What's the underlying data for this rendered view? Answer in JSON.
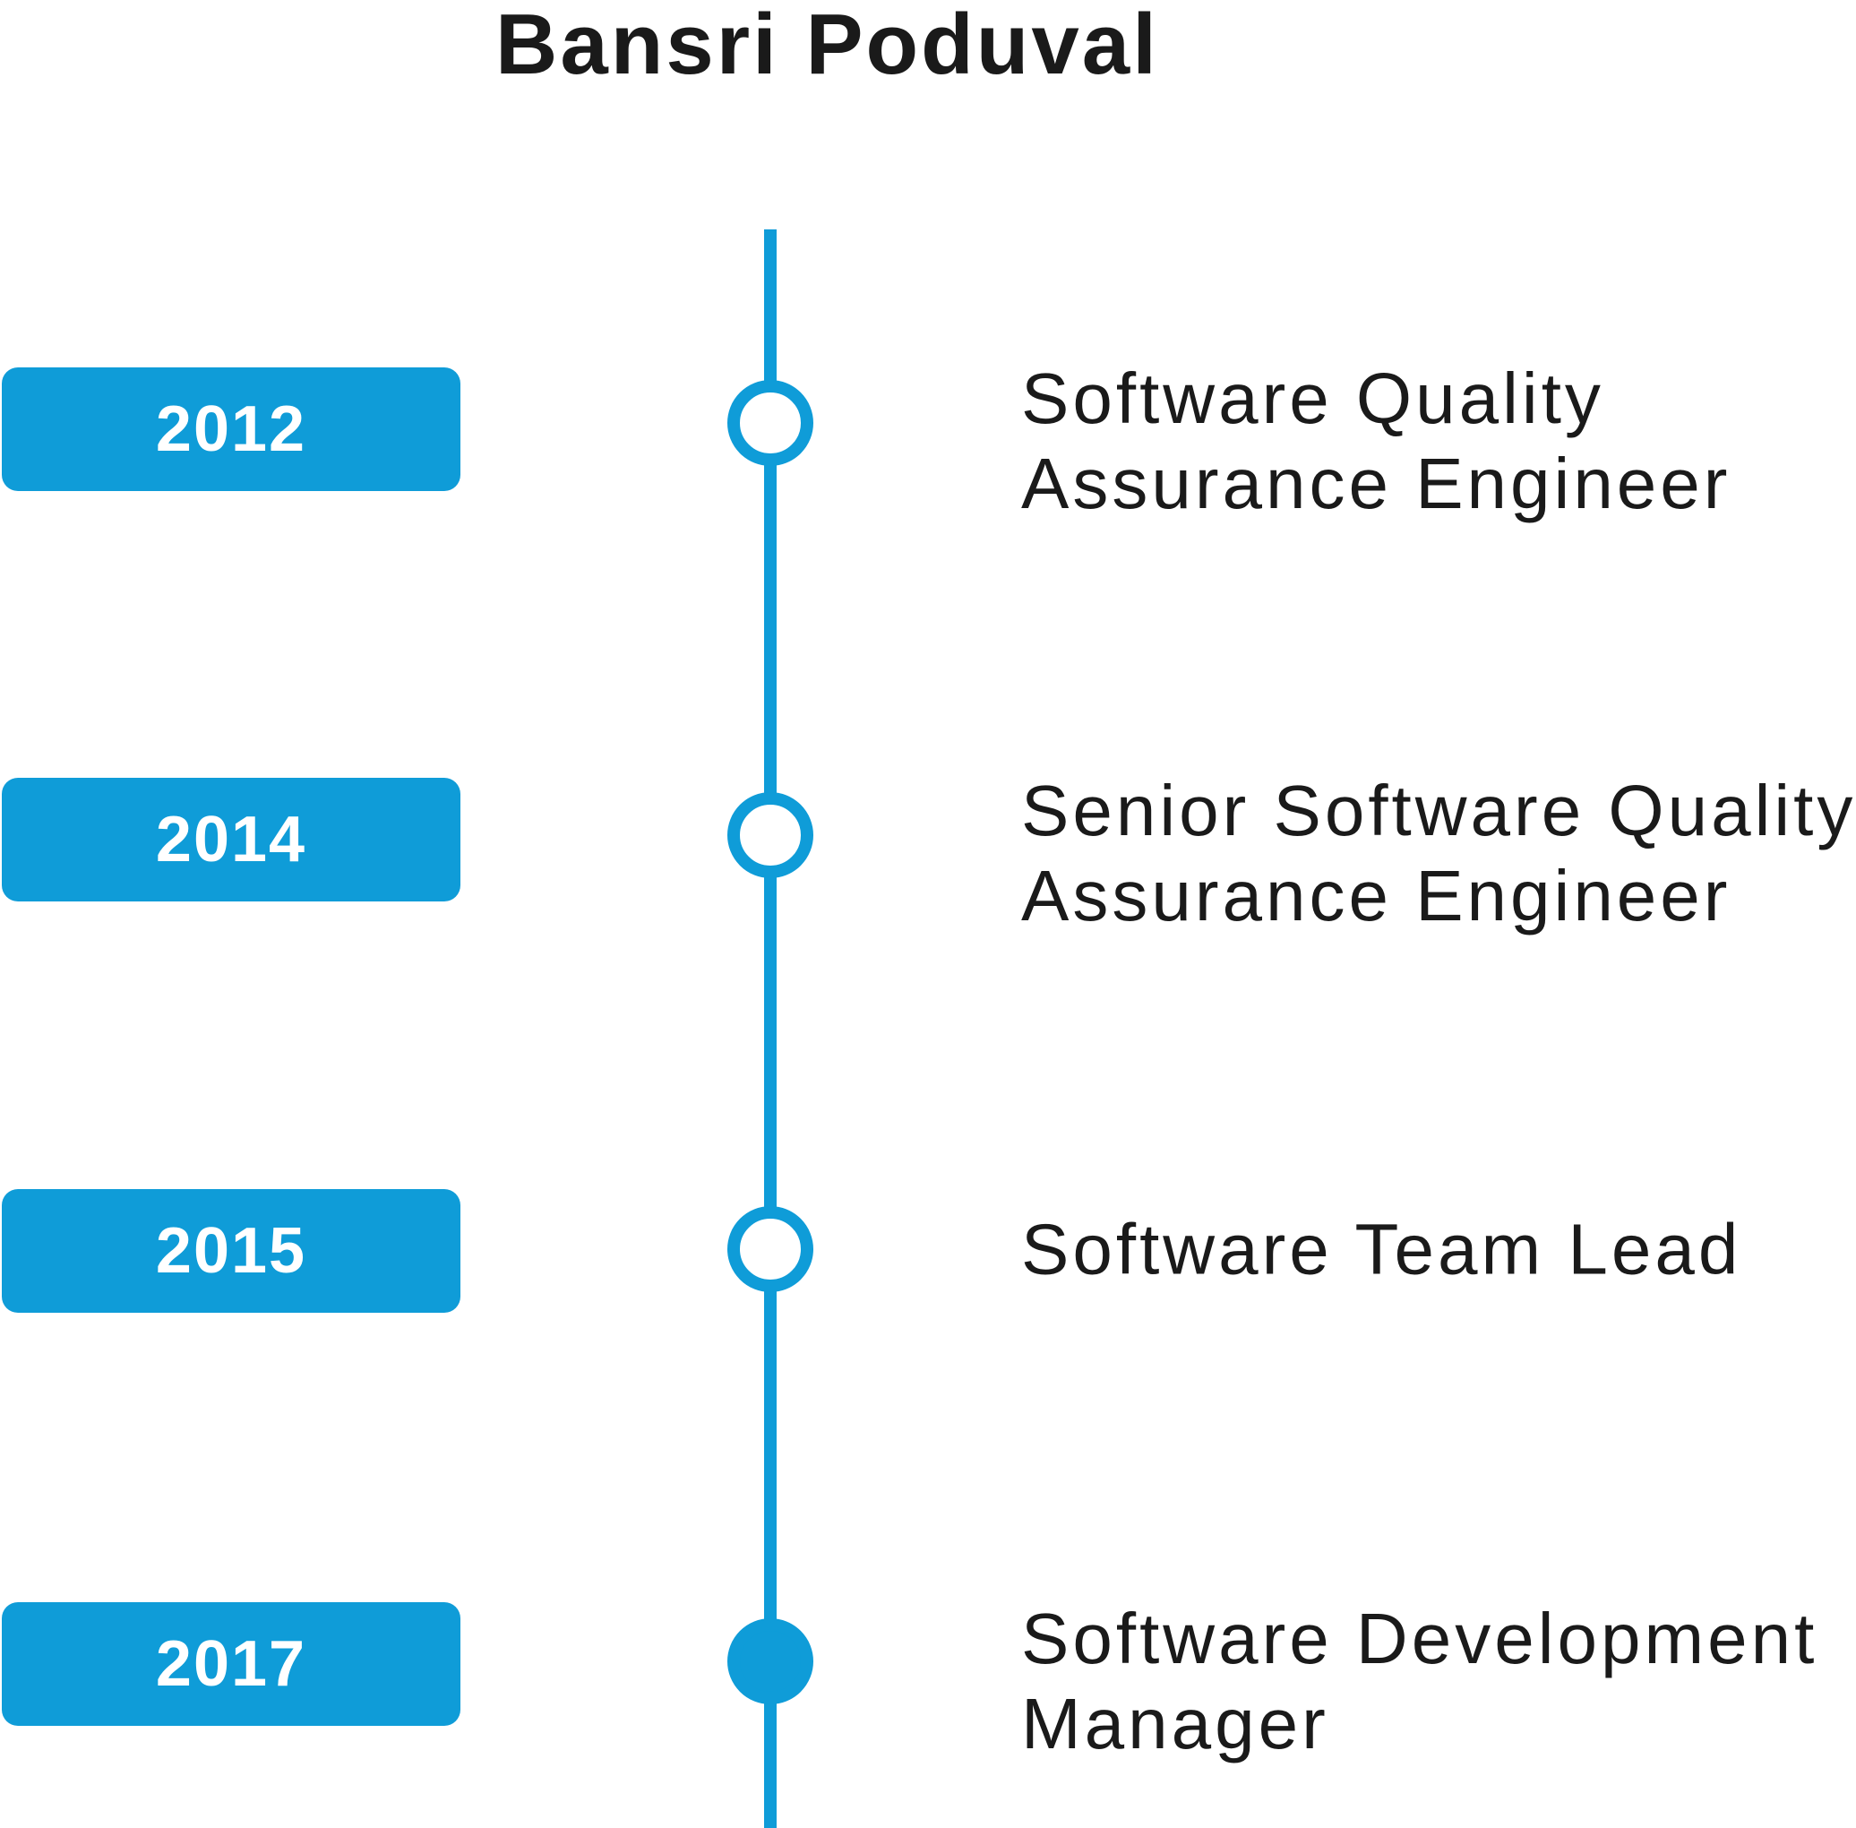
{
  "title": "Bansri Poduval",
  "colors": {
    "accent": "#0F9CD8",
    "text": "#1A1A1A",
    "badge_text": "#FFFFFF"
  },
  "timeline": {
    "entries": [
      {
        "year": "2012",
        "role_lines": [
          "Software Quality",
          "Assurance Engineer"
        ],
        "marker": "open"
      },
      {
        "year": "2014",
        "role_lines": [
          "Senior Software Quality",
          "Assurance Engineer"
        ],
        "marker": "open"
      },
      {
        "year": "2015",
        "role_lines": [
          "Software Team Lead"
        ],
        "marker": "open"
      },
      {
        "year": "2017",
        "role_lines": [
          "Software Development",
          "Manager"
        ],
        "marker": "filled"
      }
    ]
  }
}
